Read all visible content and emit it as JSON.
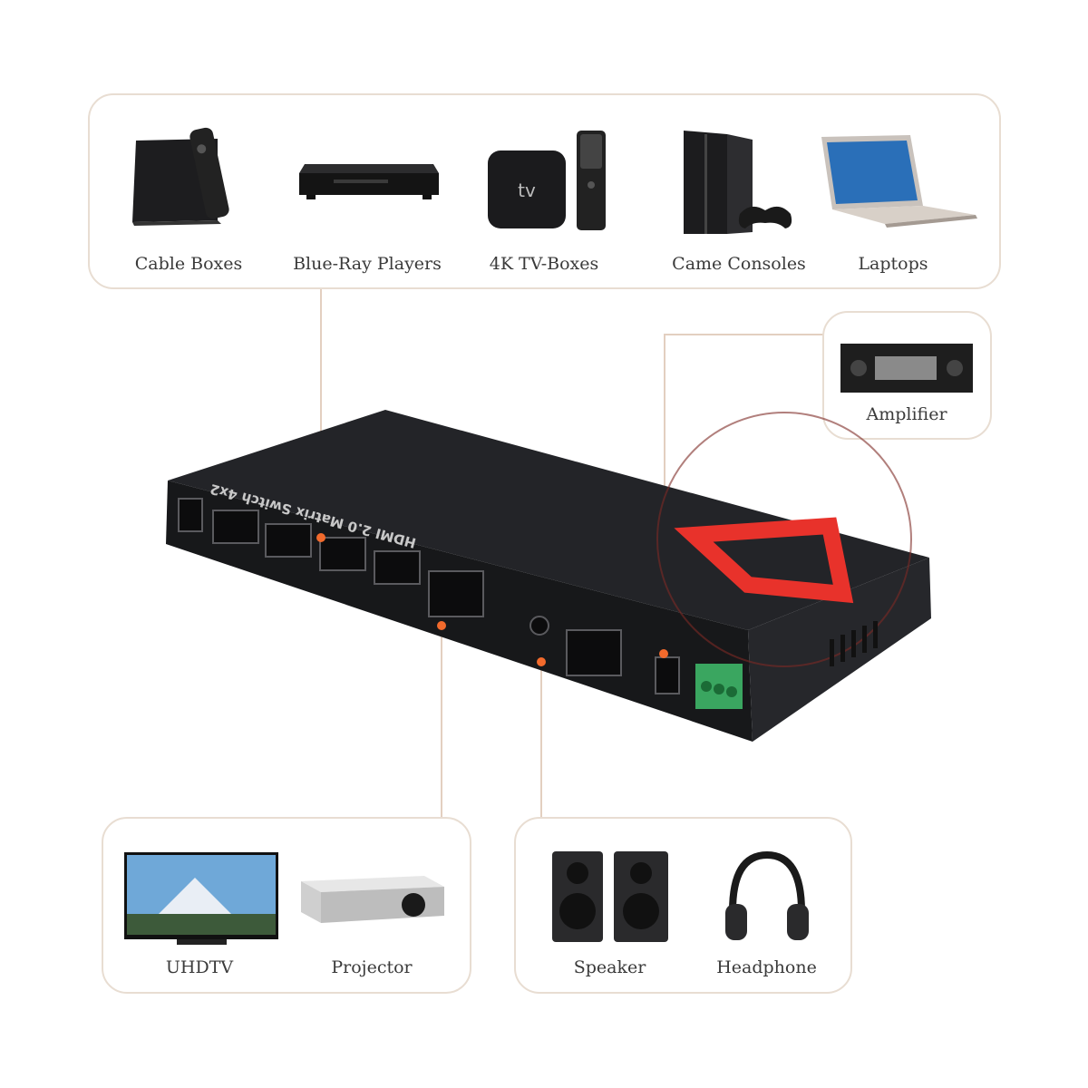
{
  "sources": {
    "items": [
      {
        "label": "Cable Boxes",
        "icon": "cable-box-icon"
      },
      {
        "label": "Blue-Ray Players",
        "icon": "bluray-player-icon"
      },
      {
        "label": "4K TV-Boxes",
        "icon": "tv-box-icon"
      },
      {
        "label": "Came Consoles",
        "icon": "game-console-icon"
      },
      {
        "label": "Laptops",
        "icon": "laptop-icon"
      }
    ]
  },
  "audio_out": {
    "amplifier": "Amplifier"
  },
  "video_out": {
    "uhdtv": "UHDTV",
    "projector": "Projector"
  },
  "audio_devices": {
    "speaker": "Speaker",
    "headphone": "Headphone"
  },
  "switch": {
    "title": "HDMI 2.0 Matrix Switch 4x2",
    "accent": "#e8322b",
    "body_color": "#1e1f22"
  },
  "colors": {
    "line": "#e3cfc0",
    "dot": "#f26a2c",
    "border": "#e8ddd2"
  }
}
